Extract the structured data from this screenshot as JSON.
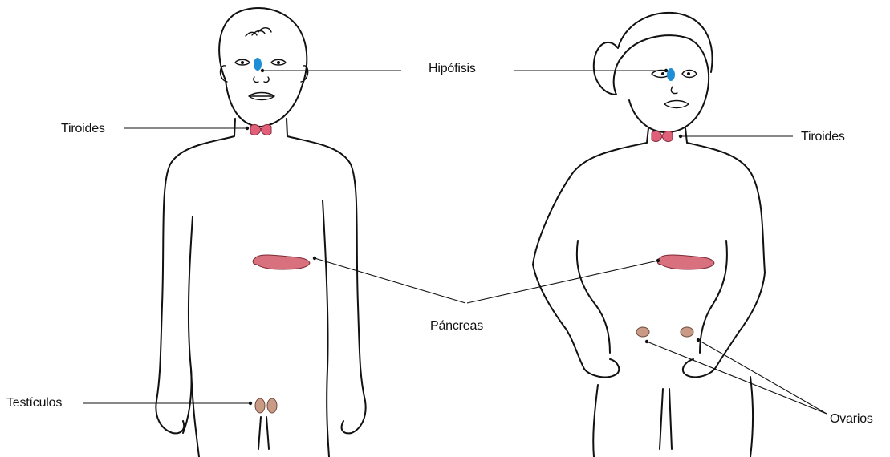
{
  "labels": {
    "hipofisis": "Hipófisis",
    "tiroides_left": "Tiroides",
    "tiroides_right": "Tiroides",
    "pancreas": "Páncreas",
    "testiculos": "Testículos",
    "ovarios": "Ovarios"
  },
  "colors": {
    "hipofisis": "#1e8fd6",
    "tiroides": "#e0607a",
    "pancreas": "#d9707e",
    "gonads": "#c99a86"
  }
}
